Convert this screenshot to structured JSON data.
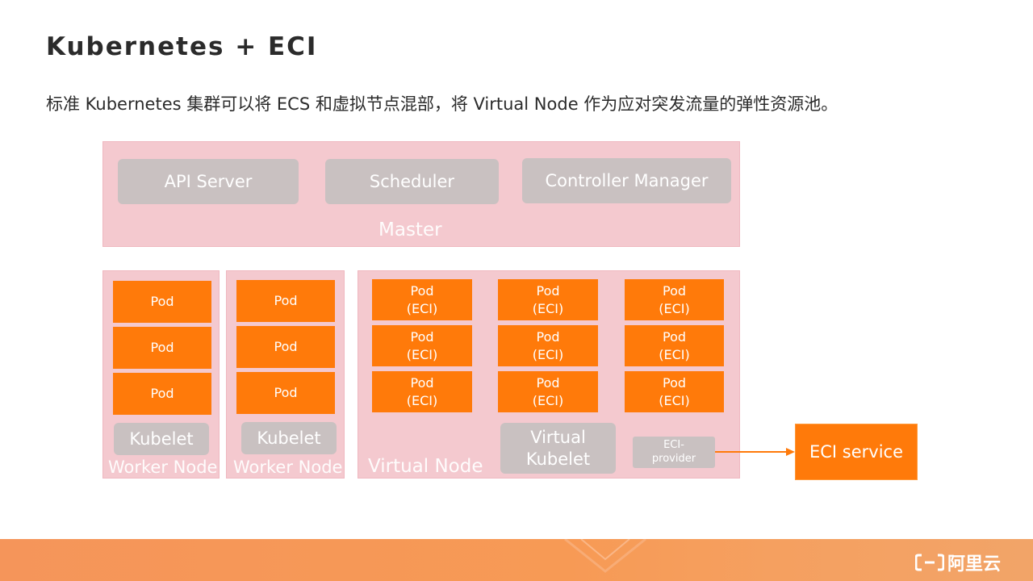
{
  "header": {
    "title": "Kubernetes + ECI",
    "subtitle": "标准 Kubernetes 集群可以将 ECS 和虚拟节点混部，将 Virtual Node 作为应对突发流量的弹性资源池。"
  },
  "master": {
    "label": "Master",
    "components": [
      "API Server",
      "Scheduler",
      "Controller Manager"
    ]
  },
  "worker_nodes": [
    {
      "label": "Worker Node",
      "pods": [
        "Pod",
        "Pod",
        "Pod"
      ],
      "kubelet": "Kubelet"
    },
    {
      "label": "Worker Node",
      "pods": [
        "Pod",
        "Pod",
        "Pod"
      ],
      "kubelet": "Kubelet"
    }
  ],
  "virtual_node": {
    "label": "Virtual Node",
    "pod_name": "Pod",
    "pod_sub": "(ECI)",
    "kubelet_line1": "Virtual",
    "kubelet_line2": "Kubelet",
    "provider_line1": "ECI-",
    "provider_line2": "provider"
  },
  "eci_service": "ECI service",
  "footer": {
    "logo_text": "阿里云"
  },
  "colors": {
    "orange": "#ff7a0a",
    "pink": "#f4c9cf",
    "grey": "#c9c1c1"
  }
}
